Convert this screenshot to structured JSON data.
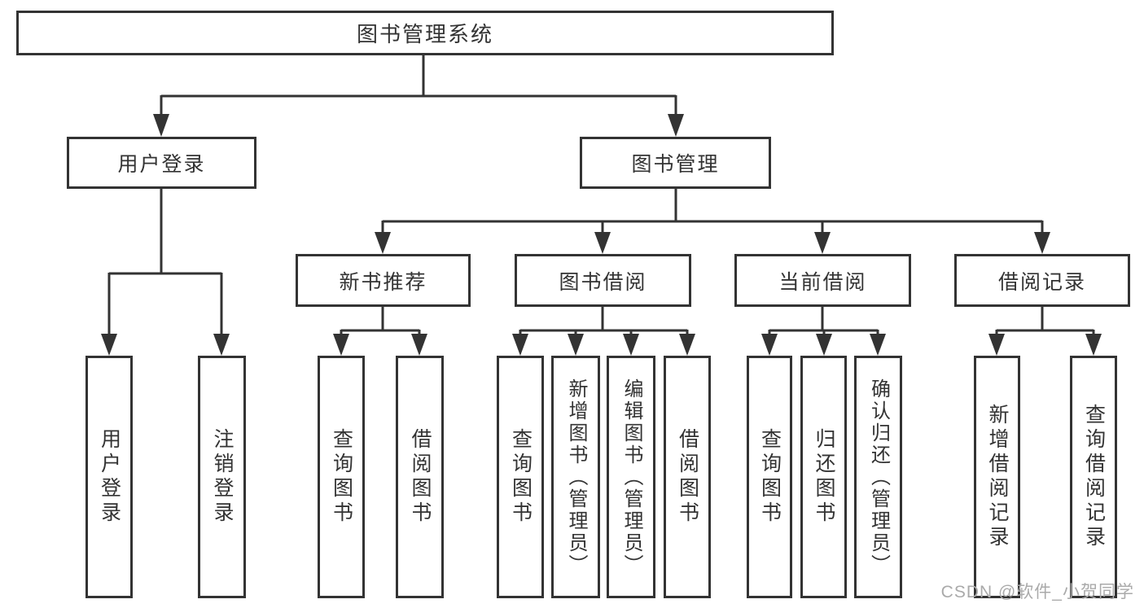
{
  "title": "图书管理系统",
  "nodes": {
    "root": "图书管理系统",
    "level2": [
      "用户登录",
      "图书管理"
    ],
    "level3": [
      "新书推荐",
      "图书借阅",
      "当前借阅",
      "借阅记录"
    ],
    "leaves_user_login": [
      "用户登录",
      "注销登录"
    ],
    "leaves_new_book": [
      "查询图书",
      "借阅图书"
    ],
    "leaves_book_borrow": [
      "查询图书",
      "新增图书（管理员）",
      "编辑图书（管理员）",
      "借阅图书"
    ],
    "leaves_current_borrow": [
      "查询图书",
      "归还图书",
      "确认归还（管理员）"
    ],
    "leaves_borrow_record": [
      "新增借阅记录",
      "查询借阅记录"
    ]
  },
  "watermark": "CSDN @软件_小贺同学",
  "colors": {
    "line": "#333333",
    "text": "#333333",
    "background": "#ffffff",
    "watermark": "#aaaaaa"
  }
}
